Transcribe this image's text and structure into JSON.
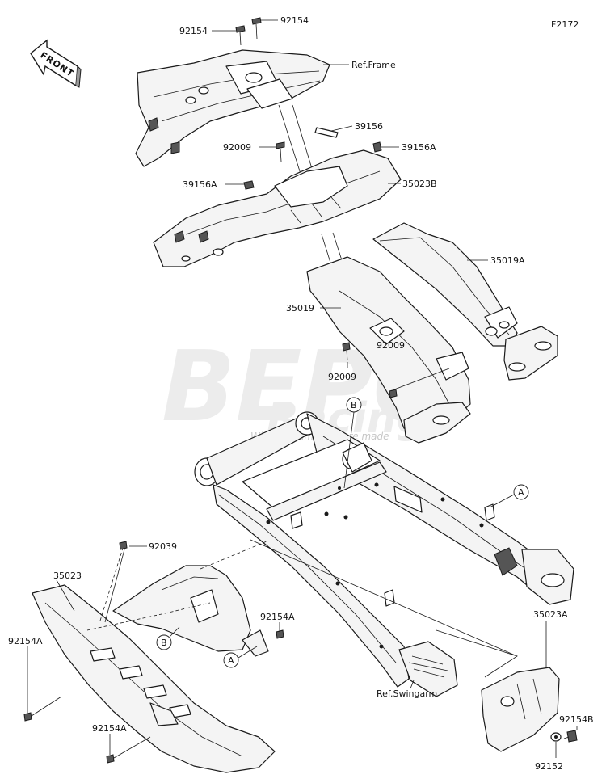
{
  "figure_code": "F2172",
  "direction_label": "FRONT",
  "watermark": {
    "brand": "BEPO",
    "sub": "Racing",
    "tagline": "Where Champions are made"
  },
  "callouts": {
    "a": "A",
    "b": "B"
  },
  "labels": {
    "p92154_left": "92154",
    "p92154_right": "92154",
    "ref_frame": "Ref.Frame",
    "p39156": "39156",
    "p92009_top": "92009",
    "p39156a_right": "39156A",
    "p39156a_left": "39156A",
    "p35023b": "35023B",
    "p35019a": "35019A",
    "p35019": "35019",
    "p92009_mid_left": "92009",
    "p92009_mid_right": "92009",
    "p92039": "92039",
    "p35023": "35023",
    "p92154a_mid": "92154A",
    "p92154a_left": "92154A",
    "p92154a_bottom": "92154A",
    "ref_swingarm": "Ref.Swingarm",
    "p35023a": "35023A",
    "p92154b": "92154B",
    "p92152": "92152"
  }
}
